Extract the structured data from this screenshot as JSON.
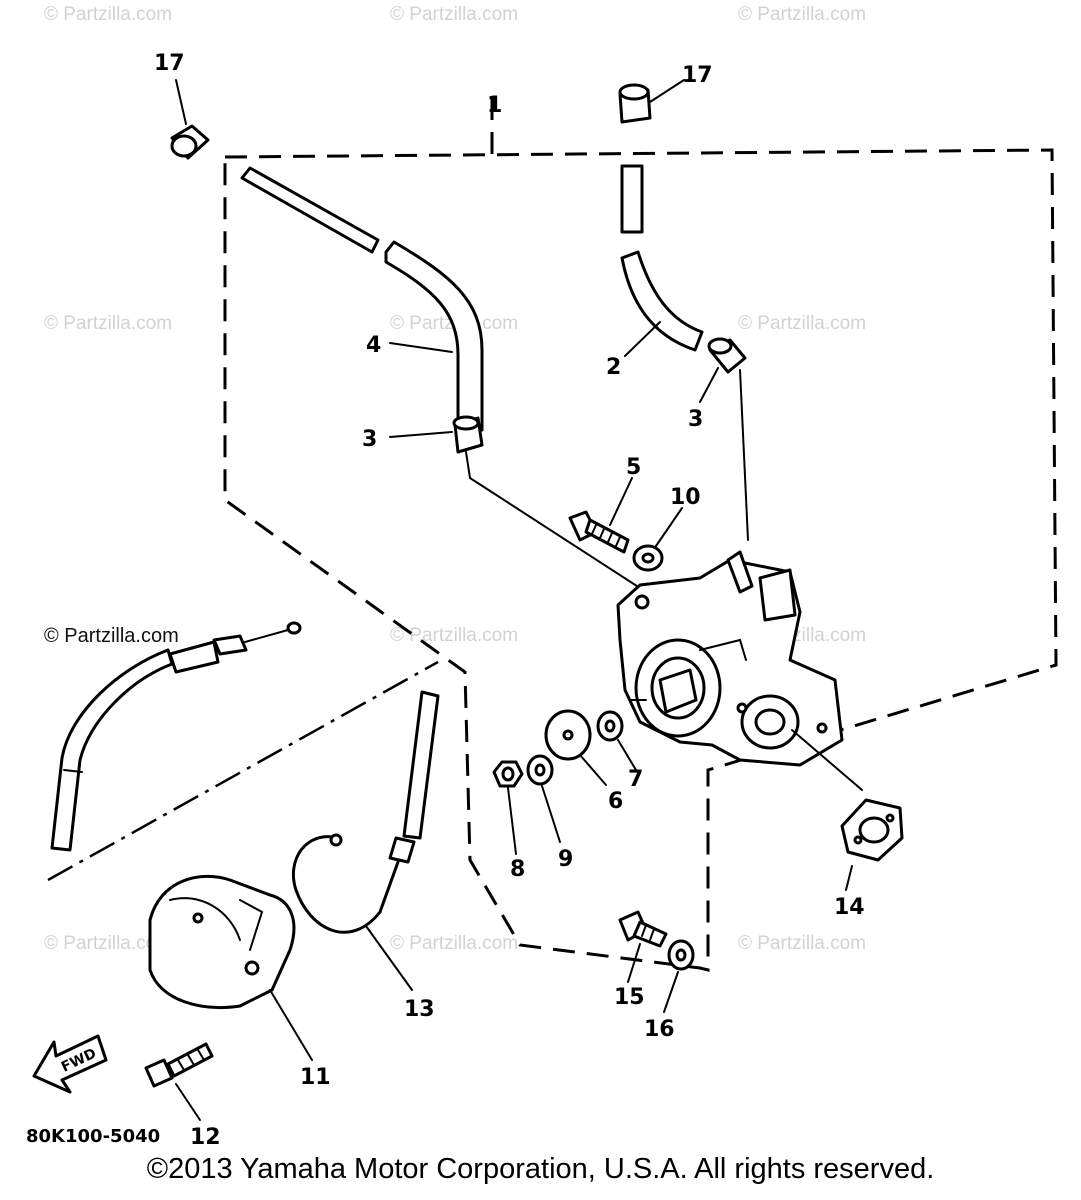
{
  "watermark": "© Partzilla.com",
  "diagram_code": "80K100-5040",
  "copyright": "©2013 Yamaha Motor Corporation, U.S.A. All rights reserved.",
  "fwd_label": "FWD",
  "callouts": {
    "c1": "1",
    "c2": "2",
    "c3a": "3",
    "c3b": "3",
    "c4": "4",
    "c5": "5",
    "c6": "6",
    "c7": "7",
    "c8": "8",
    "c9": "9",
    "c10": "10",
    "c11": "11",
    "c12": "12",
    "c13": "13",
    "c14": "14",
    "c15": "15",
    "c16": "16",
    "c17a": "17",
    "c17b": "17"
  }
}
